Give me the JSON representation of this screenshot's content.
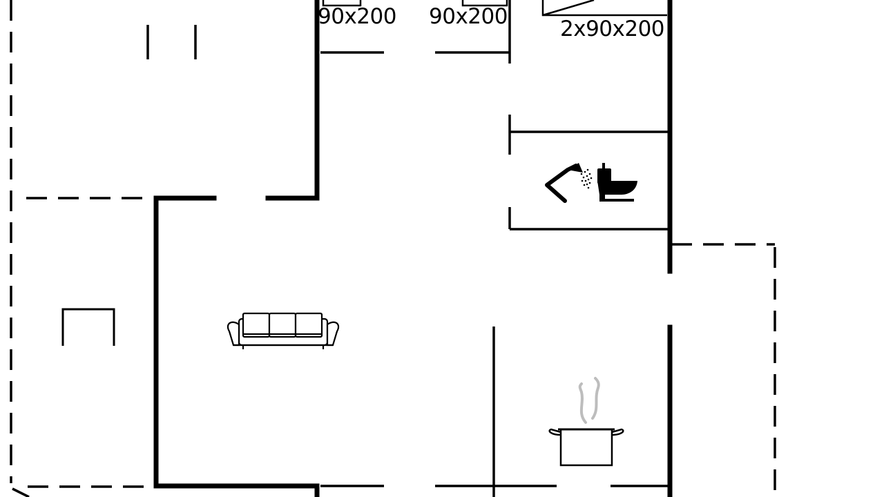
{
  "floorplan": {
    "bed_labels": {
      "bedroom_center_left": "90x200",
      "bedroom_center_right": "90x200",
      "bedroom_right": "2x90x200"
    },
    "icons": {
      "bathroom": [
        "shower-icon",
        "toilet-icon"
      ],
      "living_room": [
        "sofa-icon"
      ],
      "kitchen": [
        "cooking-pot-icon"
      ],
      "terrace": [
        "table-icon"
      ]
    },
    "colors": {
      "wall": "#000000",
      "steam": "#bdbdbd",
      "background": "#ffffff"
    }
  }
}
